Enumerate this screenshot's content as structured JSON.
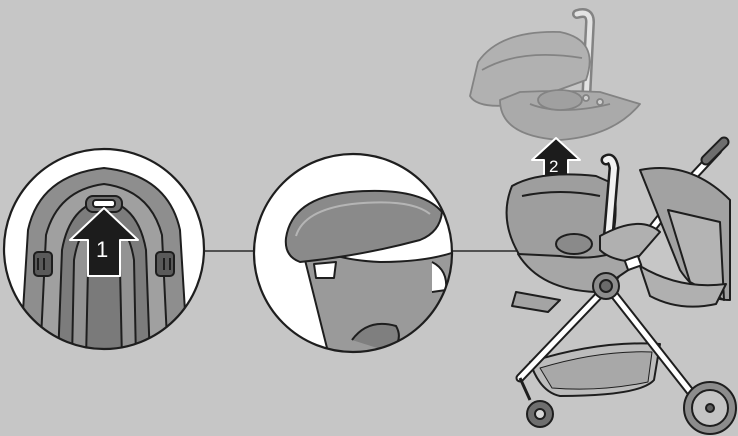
{
  "illustration": {
    "subject": "stroller-car-seat-removal",
    "background_color": "#c6c6c6",
    "line_color": "#1e1e1e",
    "arrow_color": "#1c1c1c",
    "steps": [
      {
        "number": "1",
        "icon": "arrow-up-icon"
      },
      {
        "number": "2",
        "icon": "arrow-up-icon"
      }
    ]
  }
}
